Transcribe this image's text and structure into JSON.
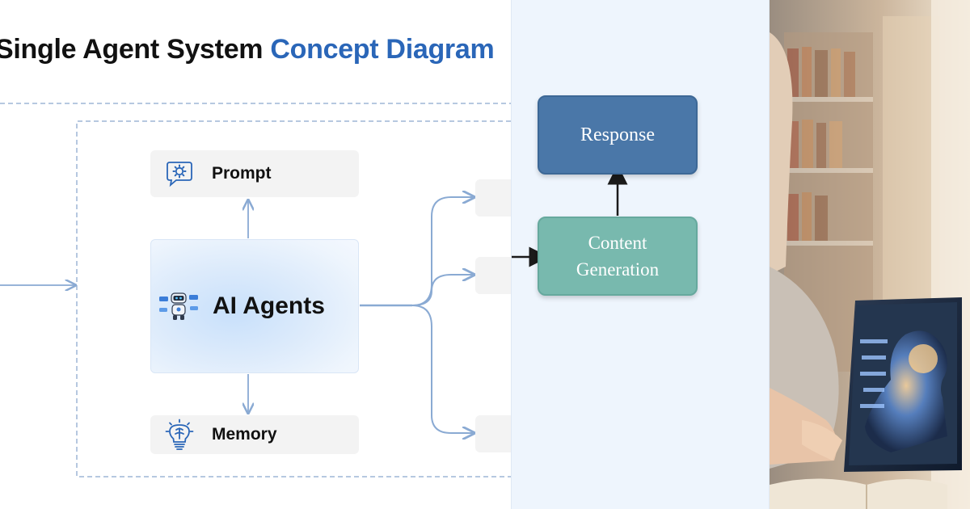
{
  "diagram": {
    "title_main": "Single Agent System",
    "title_accent": "Concept Diagram",
    "nodes": {
      "prompt": "Prompt",
      "ai_agents": "AI Agents",
      "memory": "Memory"
    }
  },
  "flow": {
    "response": "Response",
    "content_line1": "Content",
    "content_line2": "Generation"
  },
  "photo": {
    "subject": "person-using-laptop-with-ai-head-hologram"
  },
  "colors": {
    "title_accent": "#2a66b8",
    "connector": "#8aaad3",
    "response_box": "#4a77a8",
    "content_box": "#78b9ae",
    "mid_background": "#eef5fd"
  }
}
